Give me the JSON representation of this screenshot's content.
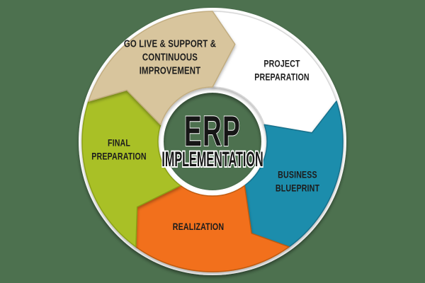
{
  "background_color": "#4d714f",
  "diagram": {
    "center": {
      "title": "ERP",
      "subtitle": "IMPLEMENTATION",
      "title_color": "#161616",
      "outline_color": "#ffffff"
    },
    "label_color": "#1c1c1c",
    "ring_color": "#ffffff",
    "segments": [
      {
        "id": "project-preparation",
        "label_lines": [
          "PROJECT",
          "PREPARATION"
        ],
        "color": "#ffffff",
        "edge_color": "#d7d7d7"
      },
      {
        "id": "business-blueprint",
        "label_lines": [
          "BUSINESS",
          "BLUEPRINT"
        ],
        "color": "#1e8dac",
        "edge_color": "#156f8b"
      },
      {
        "id": "realization",
        "label_lines": [
          "REALIZATION"
        ],
        "color": "#f26f1f",
        "edge_color": "#bf5a0e"
      },
      {
        "id": "final-preparation",
        "label_lines": [
          "FINAL",
          "PREPARATION"
        ],
        "color": "#a9c027",
        "edge_color": "#8ba015"
      },
      {
        "id": "go-live-support",
        "label_lines": [
          "GO LIVE & SUPPORT &",
          "CONTINUOUS",
          "IMPROVEMENT"
        ],
        "color": "#d8c59d",
        "edge_color": "#c2ad80"
      }
    ]
  }
}
